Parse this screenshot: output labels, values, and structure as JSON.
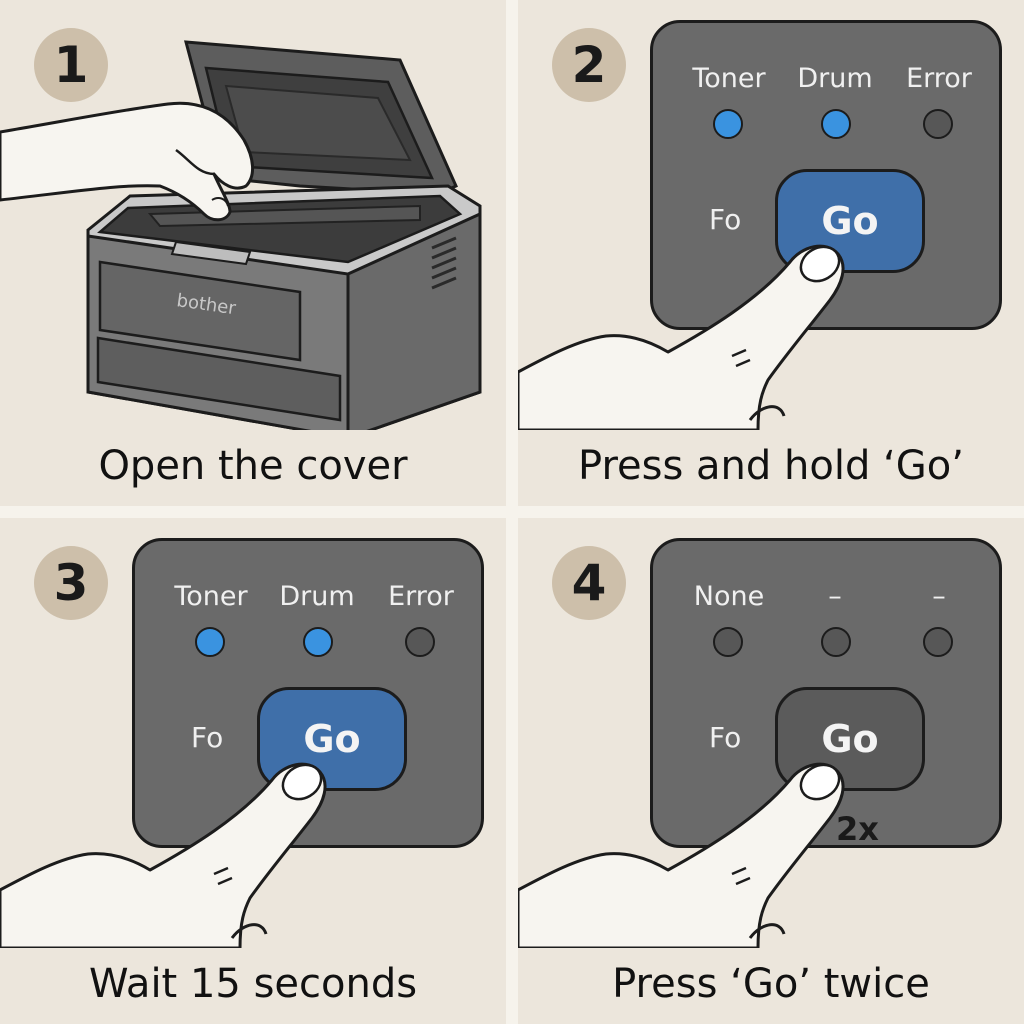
{
  "steps": [
    {
      "number": "1",
      "caption": "Open the cover",
      "printer_brand": "bother"
    },
    {
      "number": "2",
      "caption": "Press and hold ‘Go’",
      "lights": [
        "Toner",
        "Drum",
        "Error"
      ],
      "led_states": [
        "on",
        "on",
        "off"
      ],
      "fo_label": "Fo",
      "go_label": "Go"
    },
    {
      "number": "3",
      "caption": "Wait 15 seconds",
      "lights": [
        "Toner",
        "Drum",
        "Error"
      ],
      "led_states": [
        "on",
        "on",
        "off"
      ],
      "fo_label": "Fo",
      "go_label": "Go"
    },
    {
      "number": "4",
      "caption": "Press ‘Go’ twice",
      "lights": [
        "None",
        "–",
        "–"
      ],
      "led_states": [
        "off",
        "off",
        "off"
      ],
      "fo_label": "Fo",
      "go_label": "Go",
      "press_count": "2x"
    }
  ],
  "colors": {
    "led_on": "#3a93e0",
    "go_button": "#3f6fa9",
    "panel_body": "#6a6a6a",
    "badge": "#cdbfaa"
  }
}
